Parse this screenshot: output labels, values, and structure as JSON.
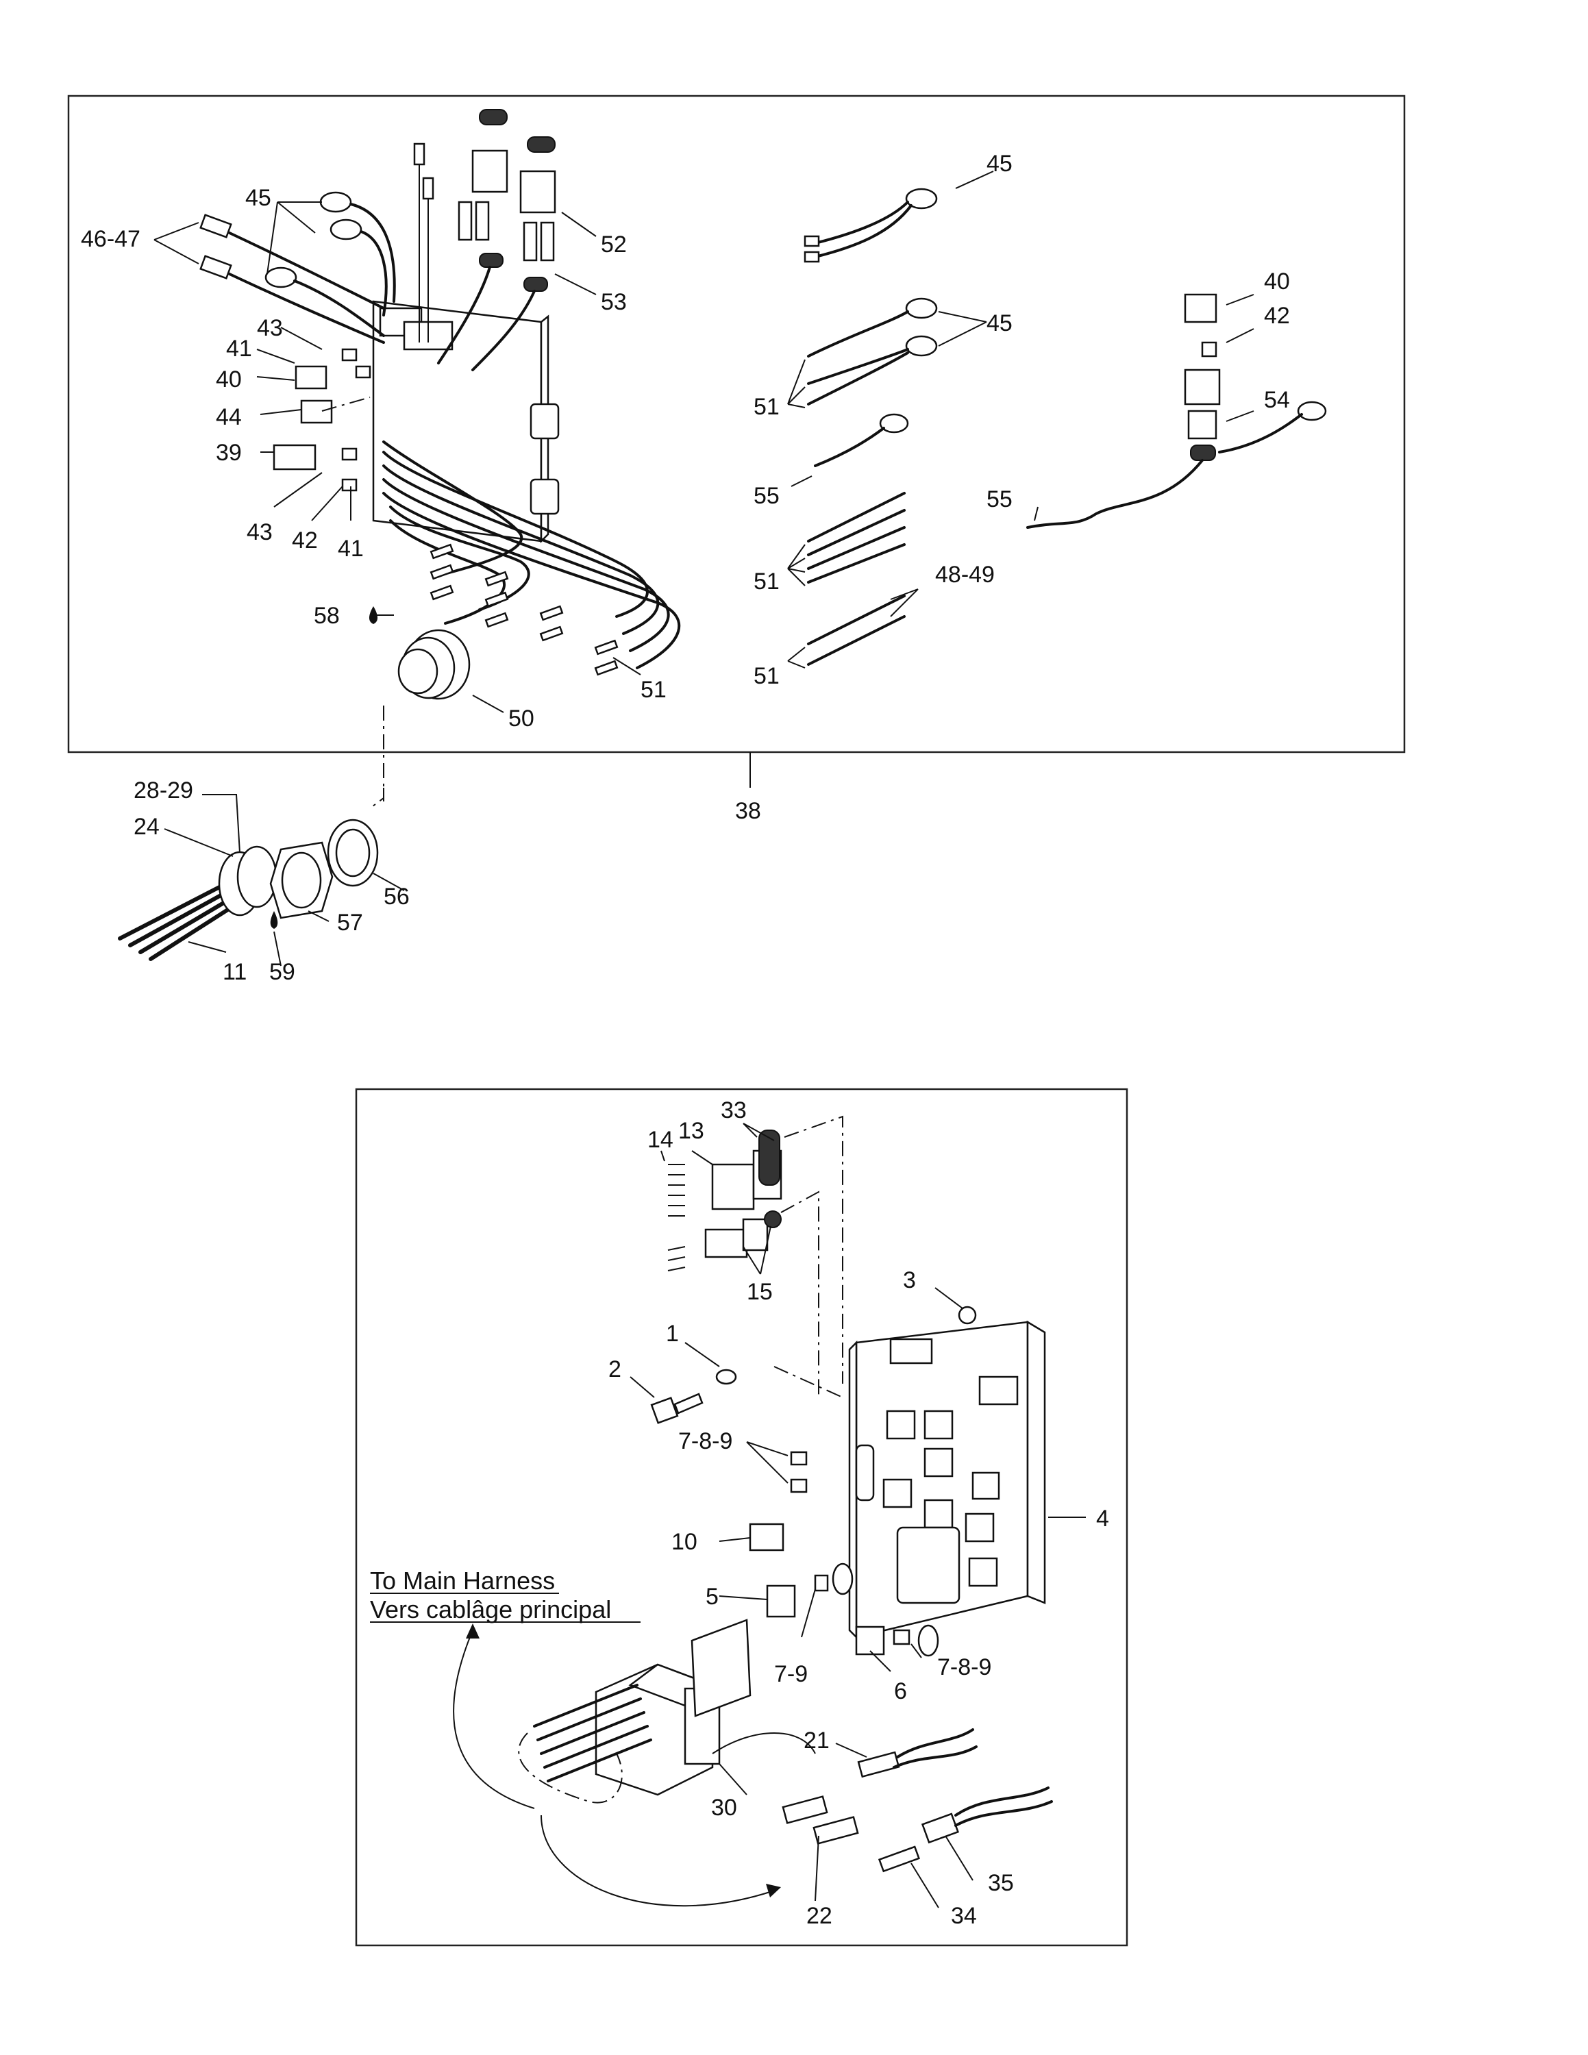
{
  "labels": {
    "l45a": "45",
    "l4647": "46-47",
    "l43a": "43",
    "l41a": "41",
    "l40a": "40",
    "l44": "44",
    "l39": "39",
    "l43b": "43",
    "l42a": "42",
    "l41b": "41",
    "l52": "52",
    "l53": "53",
    "l58": "58",
    "l50": "50",
    "l51a": "51",
    "l45b": "45",
    "l45c": "45",
    "l51b": "51",
    "l55a": "55",
    "l51c": "51",
    "l4849": "48-49",
    "l51d": "51",
    "l40b": "40",
    "l42b": "42",
    "l54": "54",
    "l55b": "55",
    "l38": "38",
    "l2829": "28-29",
    "l24": "24",
    "l56": "56",
    "l57": "57",
    "l11": "11",
    "l59": "59",
    "l33": "33",
    "l14": "14",
    "l13": "13",
    "l15": "15",
    "l3": "3",
    "l1": "1",
    "l2": "2",
    "l789a": "7-8-9",
    "l10": "10",
    "l5": "5",
    "l4": "4",
    "l79": "7-9",
    "l6": "6",
    "l789b": "7-8-9",
    "l21": "21",
    "l30": "30",
    "l35": "35",
    "l22": "22",
    "l34": "34"
  },
  "note": {
    "line1": "To Main Harness",
    "line2": "Vers cablâge principal"
  }
}
